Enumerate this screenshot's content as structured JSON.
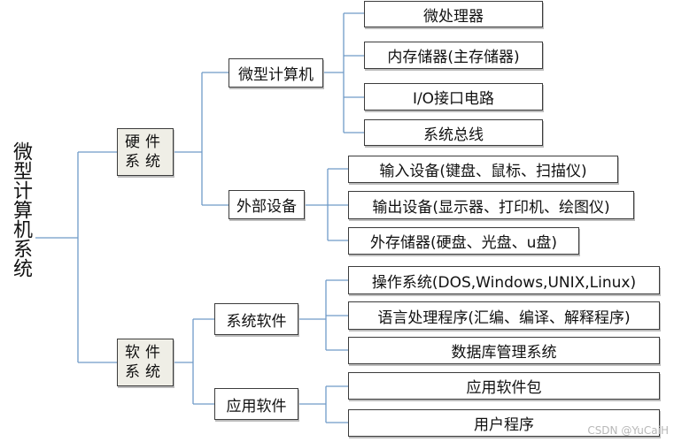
{
  "root": "微型计算机系统",
  "hardware": {
    "label": "硬件\n系统",
    "microcomputer": {
      "label": "微型计算机",
      "items": [
        "微处理器",
        "内存储器(主存储器)",
        "I/O接口电路",
        "系统总线"
      ]
    },
    "peripherals": {
      "label": "外部设备",
      "items": [
        "输入设备(键盘、鼠标、扫描仪)",
        "输出设备(显示器、打印机、绘图仪)",
        "外存储器(硬盘、光盘、u盘)"
      ]
    }
  },
  "software": {
    "label": "软件\n系统",
    "system_software": {
      "label": "系统软件",
      "items": [
        "操作系统(DOS,Windows,UNIX,Linux)",
        "语言处理程序(汇编、编译、解释程序)",
        "数据库管理系统"
      ]
    },
    "application_software": {
      "label": "应用软件",
      "items": [
        "应用软件包",
        "用户程序"
      ]
    }
  },
  "watermark": "CSDN @YuCaiH",
  "colors": {
    "connector": "#6f9bc8",
    "category_fill": "#efeee6",
    "border": "#3c3c3c"
  }
}
